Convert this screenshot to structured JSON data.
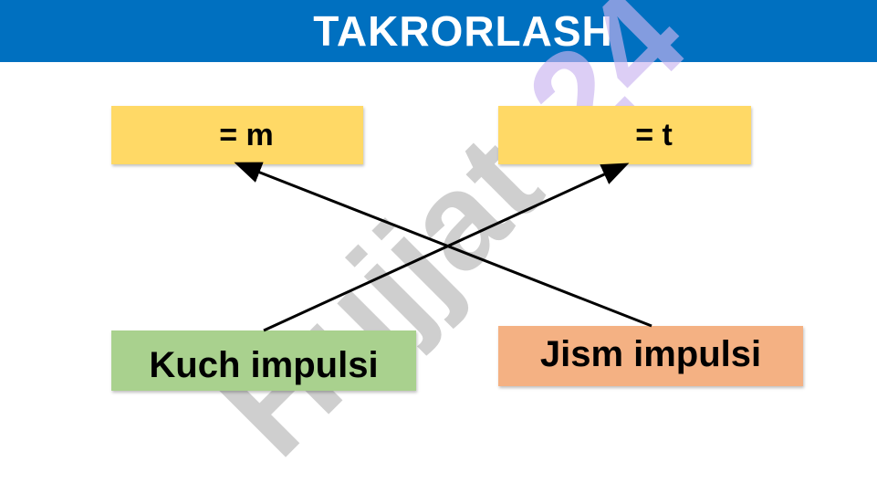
{
  "header": {
    "title": "TAKRORLASH",
    "background": "#0070c0"
  },
  "watermark": {
    "text": "Hujjat24"
  },
  "boxes": {
    "top_left": {
      "label": "= m",
      "color": "#ffd966"
    },
    "top_right": {
      "label": "= t",
      "color": "#ffd966"
    },
    "bottom_left": {
      "label": "Kuch impulsi",
      "color": "#a9d18e"
    },
    "bottom_right": {
      "label": "Jism impulsi",
      "color": "#f4b183"
    }
  },
  "connections": [
    {
      "from": "bottom_left",
      "to": "top_right"
    },
    {
      "from": "bottom_right",
      "to": "top_left"
    }
  ]
}
